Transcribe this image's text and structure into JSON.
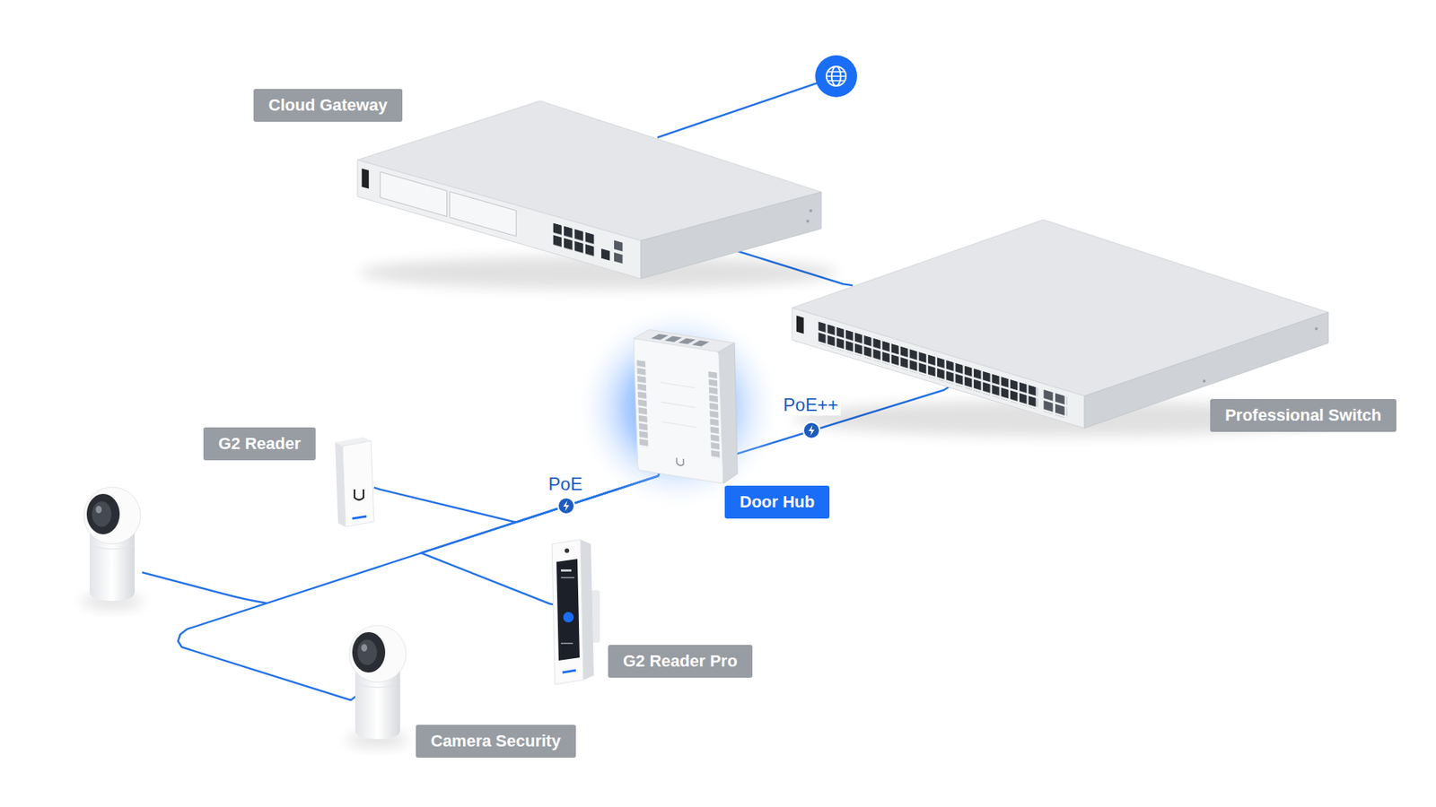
{
  "diagram": {
    "nodes": [
      {
        "text": [
          "Cloud Gateway"
        ]
      },
      {
        "text": [
          "Professional Switch"
        ]
      },
      {
        "text": [
          "Door Hub"
        ]
      },
      {
        "text": [
          "G2 Reader"
        ]
      },
      {
        "text": [
          "G2 Reader Pro"
        ]
      },
      {
        "text": [
          "Camera Security"
        ]
      }
    ],
    "edges": [
      {
        "from": 0,
        "to": 1,
        "arrow": "none"
      },
      {
        "from": 1,
        "to": 2,
        "label": "PoE++",
        "arrow": "none"
      },
      {
        "from": 2,
        "to": 3,
        "label": "PoE",
        "arrow": "none"
      },
      {
        "from": 2,
        "to": 4,
        "arrow": "none"
      },
      {
        "from": 2,
        "to": 5,
        "arrow": "none"
      }
    ]
  }
}
